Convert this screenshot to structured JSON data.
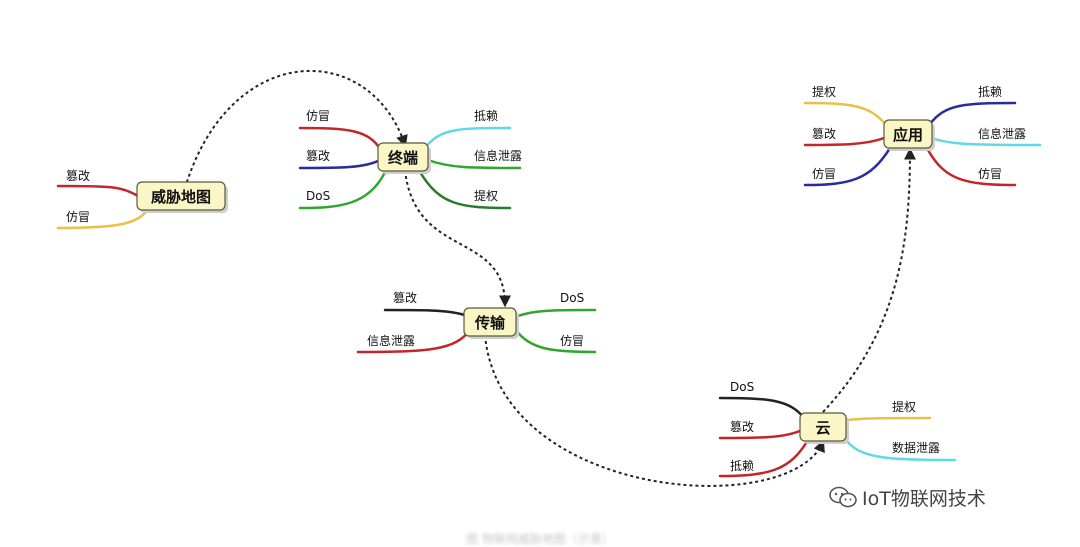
{
  "diagram": {
    "nodes": {
      "threat_map": "威胁地图",
      "terminal": "终端",
      "transport": "传输",
      "cloud": "云",
      "application": "应用"
    },
    "threat_map_leaves": [
      "篡改",
      "仿冒"
    ],
    "terminal_leaves": [
      "仿冒",
      "篡改",
      "DoS",
      "抵赖",
      "信息泄露",
      "提权"
    ],
    "transport_leaves": [
      "篡改",
      "信息泄露",
      "DoS",
      "仿冒"
    ],
    "cloud_leaves": [
      "DoS",
      "篡改",
      "抵赖",
      "提权",
      "数据泄露"
    ],
    "application_leaves": [
      "提权",
      "篡改",
      "仿冒",
      "抵赖",
      "信息泄露",
      "仿冒"
    ],
    "branch_colors": {
      "red": "#c0262c",
      "yellow": "#e8c04a",
      "green": "#2fa72f",
      "blue": "#2b2b9a",
      "cyan": "#5fd8e8",
      "black": "#222222",
      "darkgreen": "#2a7a2a"
    }
  },
  "watermark": {
    "text": "IoT物联网技术"
  },
  "caption": {
    "text": "图   物联网威胁地图（示意）"
  }
}
